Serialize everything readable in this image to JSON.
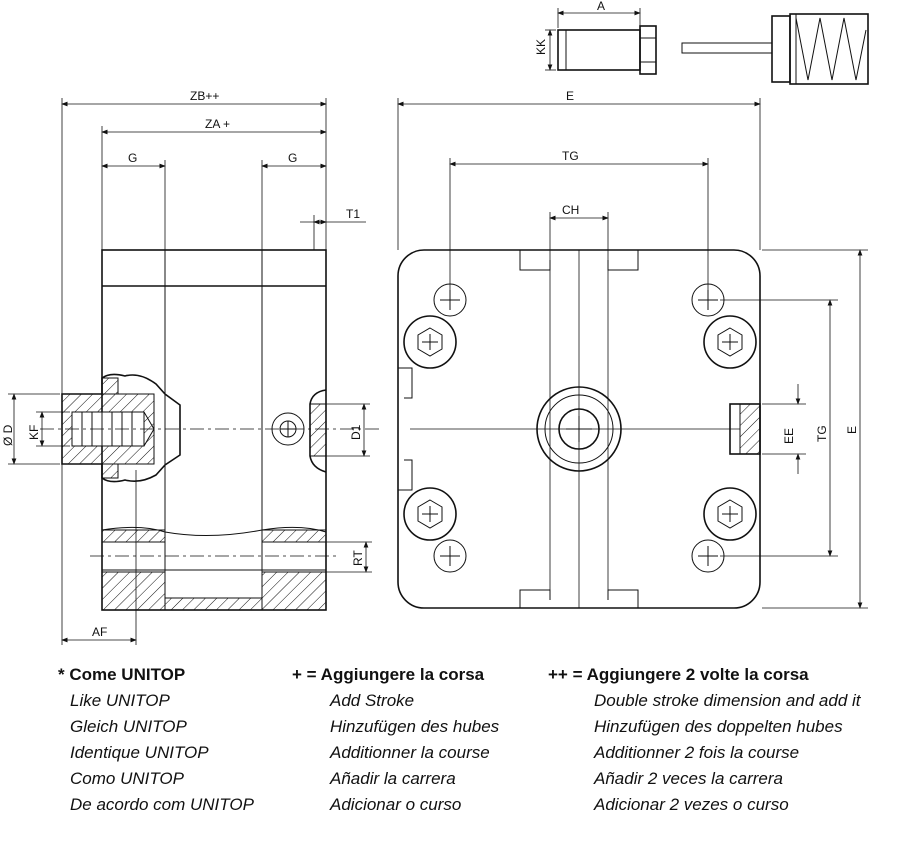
{
  "labels": {
    "A": "A",
    "KK": "KK",
    "ZB": "ZB++",
    "ZA": "ZA +",
    "G1": "G",
    "G2": "G",
    "T1": "T1",
    "E_top": "E",
    "TG_top": "TG",
    "CH": "CH",
    "OD": "Ø D",
    "KF": "KF",
    "D1": "D1",
    "RT": "RT",
    "AF": "AF",
    "EE": "EE",
    "TG_side": "TG",
    "E_side": "E"
  },
  "legend": [
    {
      "head": "* Come UNITOP",
      "items": [
        "Like UNITOP",
        "Gleich UNITOP",
        "Identique UNITOP",
        "Como UNITOP",
        "De acordo com UNITOP"
      ]
    },
    {
      "head": "+ = Aggiungere la corsa",
      "items": [
        "Add Stroke",
        "Hinzufügen des hubes",
        "Additionner la course",
        "Añadir la carrera",
        "Adicionar o curso"
      ]
    },
    {
      "head": "++ = Aggiungere 2 volte la corsa",
      "items": [
        "Double stroke dimension and add it",
        "Hinzufügen des doppelten hubes",
        "Additionner 2 fois la course",
        "Añadir 2 veces la carrera",
        "Adicionar 2 vezes o curso"
      ]
    }
  ]
}
